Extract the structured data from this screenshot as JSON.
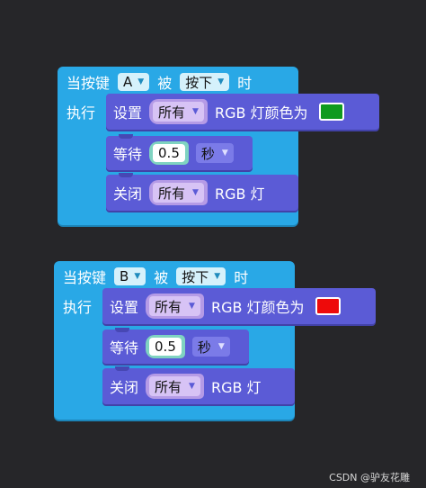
{
  "blocks": [
    {
      "event": {
        "prefix": "当按键",
        "key": "A",
        "mid": "被",
        "action": "按下",
        "suffix": "时"
      },
      "exec_label": "执行",
      "set_color": {
        "label": "设置",
        "target": "所有",
        "text": "RGB 灯颜色为",
        "color": "#0f9a1e",
        "color_name": "green"
      },
      "wait": {
        "label": "等待",
        "value": "0.5",
        "unit": "秒"
      },
      "turn_off": {
        "label": "关闭",
        "target": "所有",
        "text": "RGB 灯"
      }
    },
    {
      "event": {
        "prefix": "当按键",
        "key": "B",
        "mid": "被",
        "action": "按下",
        "suffix": "时"
      },
      "exec_label": "执行",
      "set_color": {
        "label": "设置",
        "target": "所有",
        "text": "RGB 灯颜色为",
        "color": "#ee0a0a",
        "color_name": "red"
      },
      "wait": {
        "label": "等待",
        "value": "0.5",
        "unit": "秒"
      },
      "turn_off": {
        "label": "关闭",
        "target": "所有",
        "text": "RGB 灯"
      }
    }
  ],
  "dropdown_arrow": "▼",
  "watermark": "CSDN @驴友花雕"
}
